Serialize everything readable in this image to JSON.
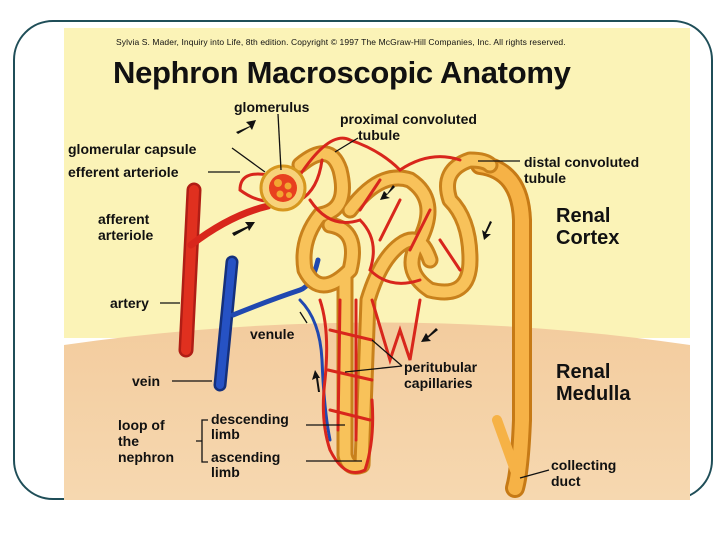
{
  "credit": "Sylvia S. Mader, Inquiry into Life, 8th edition. Copyright © 1997 The McGraw-Hill Companies, Inc. All rights reserved.",
  "title": "Nephron Macroscopic Anatomy",
  "regions": {
    "cortex_line1": "Renal",
    "cortex_line2": "Cortex",
    "medulla_line1": "Renal",
    "medulla_line2": "Medulla"
  },
  "labels": {
    "glomerulus": "glomerulus",
    "glomerular_capsule": "glomerular capsule",
    "efferent_arteriole": "efferent arteriole",
    "afferent_line1": "afferent",
    "afferent_line2": "arteriole",
    "artery": "artery",
    "venule": "venule",
    "vein": "vein",
    "loop_line1": "loop of",
    "loop_line2": "the",
    "loop_line3": "nephron",
    "descending_line1": "descending",
    "descending_line2": "limb",
    "ascending_line1": "ascending",
    "ascending_line2": "limb",
    "proximal_line1": "proximal convoluted",
    "proximal_line2": "tubule",
    "distal_line1": "distal convoluted",
    "distal_line2": "tubule",
    "peritubular_line1": "peritubular",
    "peritubular_line2": "capillaries",
    "collecting_line1": "collecting",
    "collecting_line2": "duct"
  },
  "colors": {
    "cortex": "#fbf3b7",
    "medulla": "#f3cc9e",
    "artery": "#d8261c",
    "vein": "#1f45b8",
    "tubule": "#f2a531",
    "frame": "#1f4e58"
  }
}
